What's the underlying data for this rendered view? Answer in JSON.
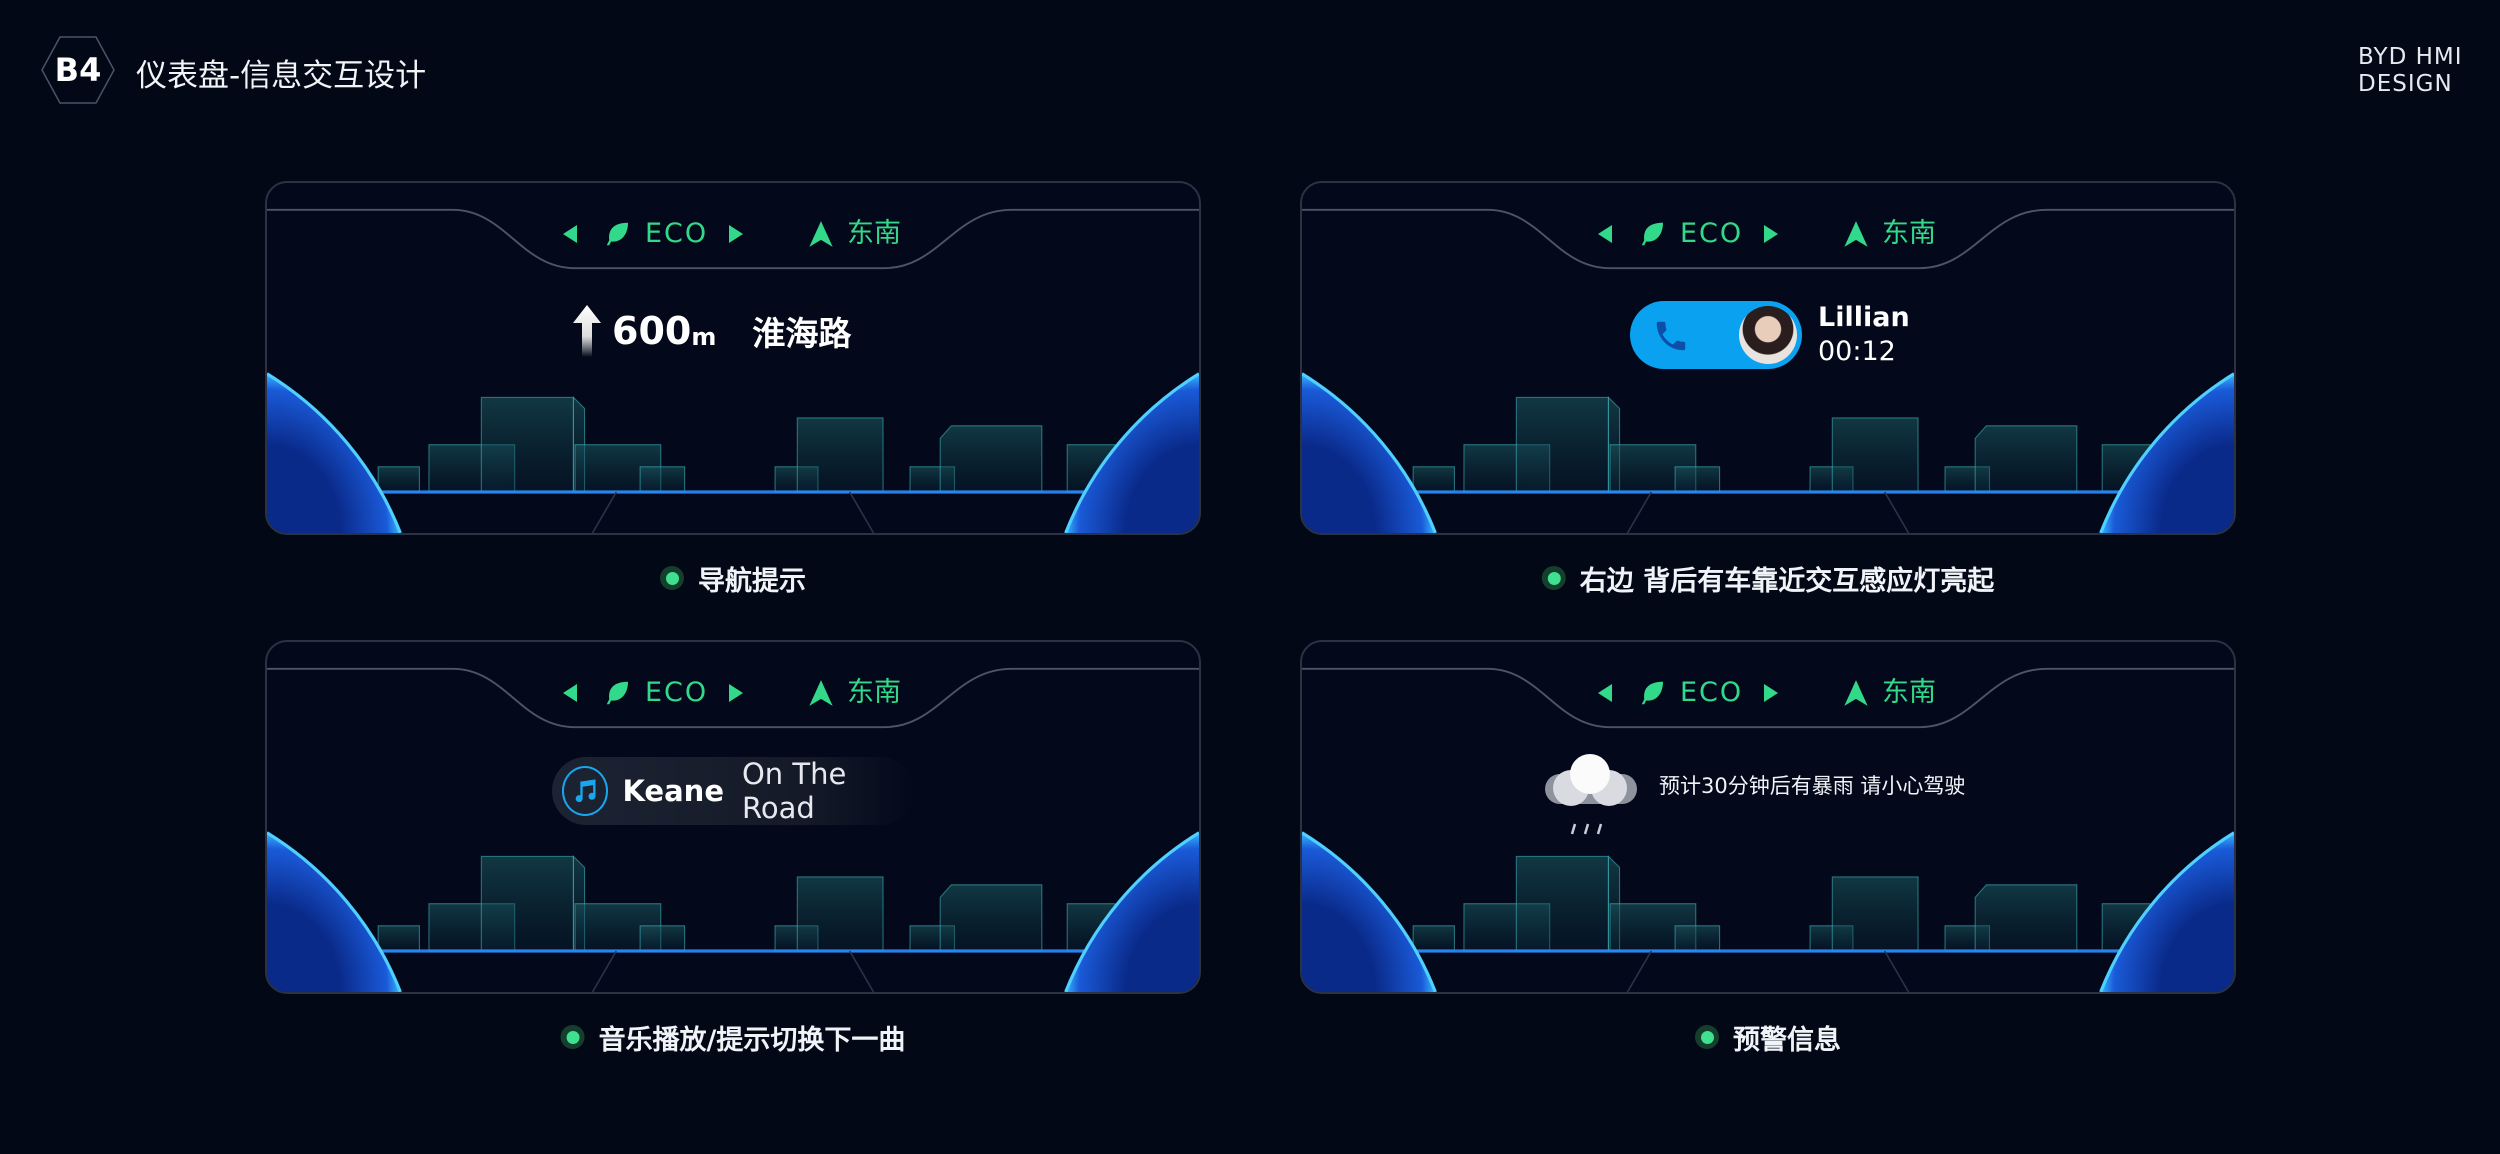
{
  "header": {
    "badge": "B4",
    "title": "仪表盘-信息交互设计",
    "brand_line1": "BYD HMI",
    "brand_line2": "DESIGN"
  },
  "status_bar": {
    "mode": "ECO",
    "direction": "东南",
    "icons": [
      "triangle-left-icon",
      "leaf-icon",
      "triangle-right-icon",
      "navigation-arrow-icon"
    ]
  },
  "colors": {
    "background": "#020816",
    "accent_green": "#33d98a",
    "call_blue": "#0aa2f0",
    "dial_blue": "#1a7ae0"
  },
  "panels": [
    {
      "label": "导航提示",
      "nav": {
        "distance": "600",
        "unit": "m",
        "road": "淮海路",
        "icon": "arrow-up-icon"
      }
    },
    {
      "label": "右边 背后有车靠近交互感应灯亮起",
      "call": {
        "name": "Lillian",
        "duration": "00:12",
        "icon": "phone-icon"
      }
    },
    {
      "label": "音乐播放/提示切换下一曲",
      "music": {
        "artist": "Keane",
        "song": "On The Road",
        "icon": "music-note-icon"
      }
    },
    {
      "label": "预警信息",
      "alert": {
        "text": "预计30分钟后有暴雨 请小心驾驶",
        "icon": "rain-cloud-icon"
      }
    }
  ]
}
